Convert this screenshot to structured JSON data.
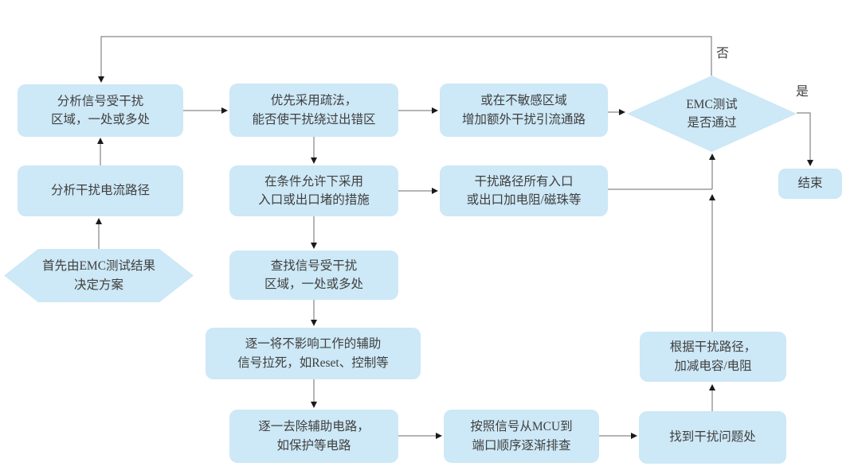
{
  "nodes": {
    "analyze_signal_area": "分析信号受干扰\n区域，一处或多处",
    "analyze_current_path": "分析干扰电流路径",
    "emc_result_decide": "首先由EMC测试结果\n决定方案",
    "prefer_diversion": "优先采用疏法，\n能否使干扰绕过出错区",
    "blocking_measures": "在条件允许下采用\n入口或出口堵的措施",
    "find_signal_area": "查找信号受干扰\n区域，一处或多处",
    "pull_dead_aux_signals": "逐一将不影响工作的辅助\n信号拉死，如Reset、控制等",
    "remove_aux_circuits": "逐一去除辅助电路，\n如保护等电路",
    "insensitive_area_path": "或在不敏感区域\n增加额外干扰引流通路",
    "add_resistor_bead": "干扰路径所有入口\n或出口加电阻/磁珠等",
    "mcu_port_check": "按照信号从MCU到\n端口顺序逐渐排查",
    "emc_test_pass": "EMC测试\n是否通过",
    "adjust_cap_res": "根据干扰路径，\n加减电容/电阻",
    "find_problem_spot": "找到干扰问题处",
    "end": "结束"
  },
  "edge_labels": {
    "no": "否",
    "yes": "是"
  },
  "colors": {
    "node_fill": "#cde8f6",
    "connector": "#6b6b6b",
    "arrow": "#1a1a1a",
    "text": "#3f3f3f",
    "background": "#ffffff"
  }
}
